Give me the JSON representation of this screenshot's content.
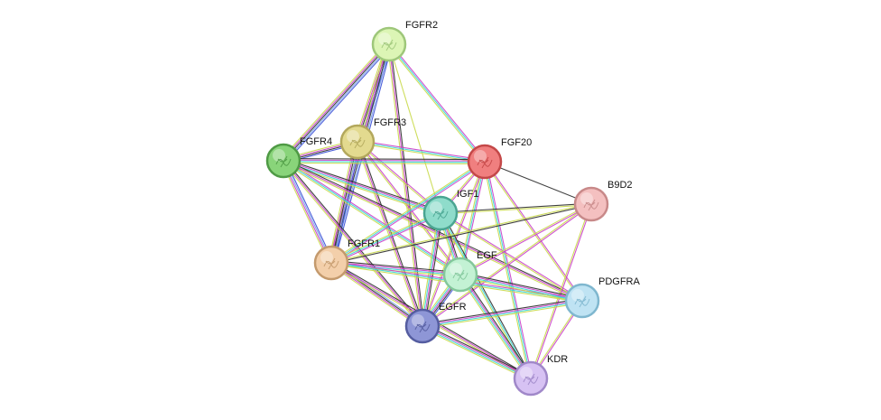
{
  "network": {
    "nodes": [
      {
        "id": "FGFR2",
        "label": "FGFR2",
        "color": "#dcf5b5",
        "ring": "#9ec77a"
      },
      {
        "id": "FGFR3",
        "label": "FGFR3",
        "color": "#e3da8f",
        "ring": "#b3a85c"
      },
      {
        "id": "FGFR4",
        "label": "FGFR4",
        "color": "#89d47a",
        "ring": "#4f9a45"
      },
      {
        "id": "FGF20",
        "label": "FGF20",
        "color": "#f07f7f",
        "ring": "#c44848"
      },
      {
        "id": "IGF1",
        "label": "IGF1",
        "color": "#8fdccb",
        "ring": "#4aa592"
      },
      {
        "id": "B9D2",
        "label": "B9D2",
        "color": "#f4c0c0",
        "ring": "#c88989"
      },
      {
        "id": "FGFR1",
        "label": "FGFR1",
        "color": "#f3cfaa",
        "ring": "#c49a6d"
      },
      {
        "id": "EGF",
        "label": "EGF",
        "color": "#c3f2d4",
        "ring": "#83c79b"
      },
      {
        "id": "PDGFRA",
        "label": "PDGFRA",
        "color": "#bfe3f3",
        "ring": "#7fb7cf"
      },
      {
        "id": "EGFR",
        "label": "EGFR",
        "color": "#8e96d6",
        "ring": "#555da0"
      },
      {
        "id": "KDR",
        "label": "KDR",
        "color": "#d7c2f3",
        "ring": "#a088c9"
      }
    ],
    "edges": [
      {
        "source": "FGFR2",
        "target": "FGFR4",
        "colors": [
          "#3a4fd6",
          "#7aa0e8",
          "#2b2b2b",
          "#c940c9",
          "#c9d94a"
        ]
      },
      {
        "source": "FGFR2",
        "target": "FGFR3",
        "colors": [
          "#3a4fd6",
          "#7aa0e8",
          "#2b2b2b",
          "#c940c9",
          "#c9d94a"
        ]
      },
      {
        "source": "FGFR2",
        "target": "FGFR1",
        "colors": [
          "#3a4fd6",
          "#7aa0e8",
          "#2b2b2b",
          "#c940c9",
          "#c9d94a"
        ]
      },
      {
        "source": "FGFR2",
        "target": "FGF20",
        "colors": [
          "#c940c9",
          "#3ad6d6",
          "#c9d94a"
        ]
      },
      {
        "source": "FGFR2",
        "target": "EGFR",
        "colors": [
          "#2b2b2b",
          "#c940c9",
          "#c9d94a"
        ]
      },
      {
        "source": "FGFR2",
        "target": "IGF1",
        "colors": [
          "#c9d94a"
        ]
      },
      {
        "source": "FGFR3",
        "target": "FGFR4",
        "colors": [
          "#3a4fd6",
          "#2b2b2b",
          "#c940c9",
          "#c9d94a"
        ]
      },
      {
        "source": "FGFR3",
        "target": "FGFR1",
        "colors": [
          "#3a4fd6",
          "#7aa0e8",
          "#2b2b2b",
          "#c940c9",
          "#c9d94a"
        ]
      },
      {
        "source": "FGFR3",
        "target": "FGF20",
        "colors": [
          "#c940c9",
          "#3ad6d6",
          "#c9d94a"
        ]
      },
      {
        "source": "FGFR3",
        "target": "EGFR",
        "colors": [
          "#2b2b2b",
          "#c940c9",
          "#c9d94a"
        ]
      },
      {
        "source": "FGFR3",
        "target": "EGF",
        "colors": [
          "#c940c9",
          "#c9d94a"
        ]
      },
      {
        "source": "FGFR3",
        "target": "IGF1",
        "colors": [
          "#c940c9",
          "#c9d94a"
        ]
      },
      {
        "source": "FGFR4",
        "target": "FGFR1",
        "colors": [
          "#3a4fd6",
          "#7aa0e8",
          "#c940c9",
          "#c9d94a"
        ]
      },
      {
        "source": "FGFR4",
        "target": "FGF20",
        "colors": [
          "#2b2b2b",
          "#c940c9",
          "#3ad6d6",
          "#c9d94a"
        ]
      },
      {
        "source": "FGFR4",
        "target": "EGFR",
        "colors": [
          "#2b2b2b",
          "#c940c9",
          "#c9d94a"
        ]
      },
      {
        "source": "FGFR4",
        "target": "IGF1",
        "colors": [
          "#2b2b2b",
          "#c940c9",
          "#3ad6d6",
          "#c9d94a"
        ]
      },
      {
        "source": "FGFR4",
        "target": "EGF",
        "colors": [
          "#c940c9",
          "#3ad6d6",
          "#c9d94a"
        ]
      },
      {
        "source": "FGFR4",
        "target": "PDGFRA",
        "colors": [
          "#2b2b2b",
          "#c940c9",
          "#c9d94a"
        ]
      },
      {
        "source": "FGF20",
        "target": "FGFR1",
        "colors": [
          "#c940c9",
          "#3ad6d6",
          "#c9d94a"
        ]
      },
      {
        "source": "FGF20",
        "target": "B9D2",
        "colors": [
          "#2b2b2b"
        ]
      },
      {
        "source": "FGF20",
        "target": "IGF1",
        "colors": [
          "#c940c9",
          "#c9d94a"
        ]
      },
      {
        "source": "FGF20",
        "target": "EGF",
        "colors": [
          "#c940c9",
          "#3ad6d6",
          "#c9d94a"
        ]
      },
      {
        "source": "FGF20",
        "target": "EGFR",
        "colors": [
          "#c940c9",
          "#c9d94a"
        ]
      },
      {
        "source": "FGF20",
        "target": "KDR",
        "colors": [
          "#c940c9",
          "#3ad6d6",
          "#c9d94a"
        ]
      },
      {
        "source": "FGF20",
        "target": "PDGFRA",
        "colors": [
          "#c940c9",
          "#c9d94a"
        ]
      },
      {
        "source": "IGF1",
        "target": "FGFR1",
        "colors": [
          "#c940c9",
          "#3ad6d6",
          "#c9d94a"
        ]
      },
      {
        "source": "IGF1",
        "target": "EGF",
        "colors": [
          "#2b2b2b",
          "#c940c9",
          "#3ad6d6",
          "#c9d94a"
        ]
      },
      {
        "source": "IGF1",
        "target": "EGFR",
        "colors": [
          "#2b2b2b",
          "#c940c9",
          "#3ad6d6",
          "#c9d94a"
        ]
      },
      {
        "source": "IGF1",
        "target": "B9D2",
        "colors": [
          "#2b2b2b",
          "#c9d94a"
        ]
      },
      {
        "source": "IGF1",
        "target": "KDR",
        "colors": [
          "#2b2b2b",
          "#3ad6d6",
          "#c9d94a"
        ]
      },
      {
        "source": "IGF1",
        "target": "PDGFRA",
        "colors": [
          "#c940c9",
          "#c9d94a"
        ]
      },
      {
        "source": "B9D2",
        "target": "FGFR1",
        "colors": [
          "#2b2b2b",
          "#c9d94a"
        ]
      },
      {
        "source": "B9D2",
        "target": "EGF",
        "colors": [
          "#c940c9",
          "#c9d94a"
        ]
      },
      {
        "source": "B9D2",
        "target": "EGFR",
        "colors": [
          "#c940c9",
          "#c9d94a"
        ]
      },
      {
        "source": "B9D2",
        "target": "KDR",
        "colors": [
          "#c940c9",
          "#c9d94a"
        ]
      },
      {
        "source": "FGFR1",
        "target": "EGF",
        "colors": [
          "#2b2b2b",
          "#c940c9",
          "#3ad6d6",
          "#c9d94a"
        ]
      },
      {
        "source": "FGFR1",
        "target": "EGFR",
        "colors": [
          "#7aa0e8",
          "#2b2b2b",
          "#c940c9",
          "#c9d94a"
        ]
      },
      {
        "source": "FGFR1",
        "target": "PDGFRA",
        "colors": [
          "#c940c9",
          "#3ad6d6",
          "#c9d94a"
        ]
      },
      {
        "source": "FGFR1",
        "target": "KDR",
        "colors": [
          "#2b2b2b",
          "#c940c9",
          "#c9d94a"
        ]
      },
      {
        "source": "EGF",
        "target": "EGFR",
        "colors": [
          "#3a4fd6",
          "#2b2b2b",
          "#c940c9",
          "#3ad6d6",
          "#c9d94a"
        ]
      },
      {
        "source": "EGF",
        "target": "PDGFRA",
        "colors": [
          "#2b2b2b",
          "#c940c9",
          "#3ad6d6",
          "#c9d94a"
        ]
      },
      {
        "source": "EGF",
        "target": "KDR",
        "colors": [
          "#2b2b2b",
          "#c940c9",
          "#3ad6d6",
          "#c9d94a"
        ]
      },
      {
        "source": "EGFR",
        "target": "PDGFRA",
        "colors": [
          "#2b2b2b",
          "#c940c9",
          "#3ad6d6",
          "#c9d94a"
        ]
      },
      {
        "source": "EGFR",
        "target": "KDR",
        "colors": [
          "#2b2b2b",
          "#c940c9",
          "#3ad6d6",
          "#c9d94a"
        ]
      },
      {
        "source": "PDGFRA",
        "target": "KDR",
        "colors": [
          "#c940c9",
          "#c9d94a"
        ]
      }
    ]
  }
}
